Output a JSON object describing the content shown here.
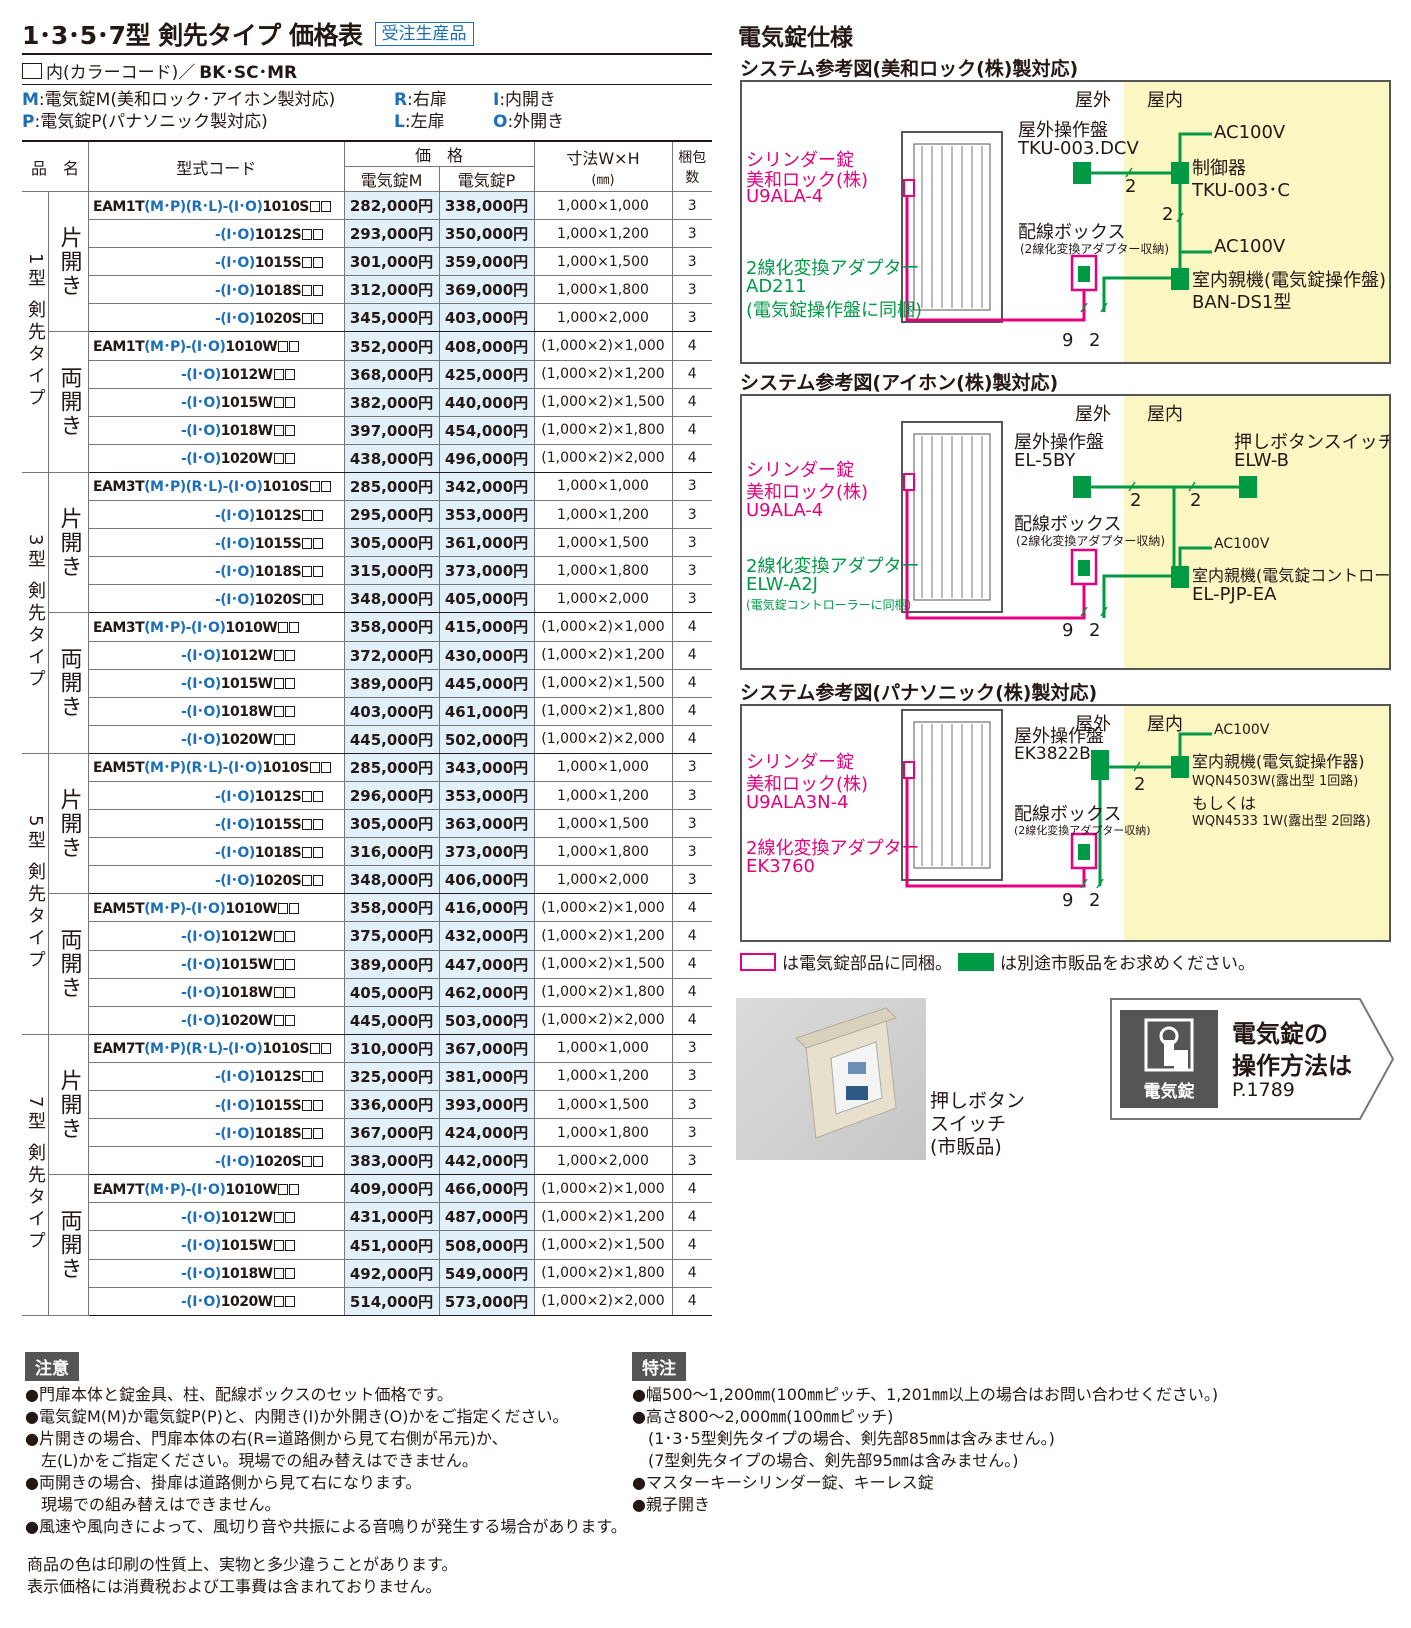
{
  "header": {
    "title": "1･3･5･7型 剣先タイプ 価格表",
    "badge": "受注生産品",
    "color_prefix": "内(カラーコード)／",
    "color_codes": "BK･SC･MR"
  },
  "legend": {
    "m_key": "M",
    "m_text": ":電気錠M(美和ロック･アイホン製対応)",
    "p_key": "P",
    "p_text": ":電気錠P(パナソニック製対応)",
    "r_key": "R",
    "r_text": ":右扉",
    "l_key": "L",
    "l_text": ":左扉",
    "i_key": "I",
    "i_text": ":内開き",
    "o_key": "O",
    "o_text": ":外開き"
  },
  "table": {
    "h_name": "品　名",
    "h_code": "型式コード",
    "h_price": "価　格",
    "h_pm": "電気錠M",
    "h_pp": "電気錠P",
    "h_size": "寸法W×H",
    "h_size_unit": "(㎜)",
    "h_qty": "梱包数",
    "groups": [
      {
        "name": "1型 剣先タイプ",
        "subs": [
          {
            "name": "片開き",
            "rows": [
              {
                "code_main": "EAM1T",
                "code_mp": "(M･P)",
                "code_rl": "(R･L)",
                "code_io": "-(I･O)",
                "code_end": "1010S",
                "pm": "282,000円",
                "pp": "338,000円",
                "size": "1,000×1,000",
                "qty": "3"
              },
              {
                "code_io": "-(I･O)",
                "code_end": "1012S",
                "pm": "293,000円",
                "pp": "350,000円",
                "size": "1,000×1,200",
                "qty": "3"
              },
              {
                "code_io": "-(I･O)",
                "code_end": "1015S",
                "pm": "301,000円",
                "pp": "359,000円",
                "size": "1,000×1,500",
                "qty": "3"
              },
              {
                "code_io": "-(I･O)",
                "code_end": "1018S",
                "pm": "312,000円",
                "pp": "369,000円",
                "size": "1,000×1,800",
                "qty": "3"
              },
              {
                "code_io": "-(I･O)",
                "code_end": "1020S",
                "pm": "345,000円",
                "pp": "403,000円",
                "size": "1,000×2,000",
                "qty": "3"
              }
            ]
          },
          {
            "name": "両開き",
            "rows": [
              {
                "code_main": "EAM1T",
                "code_mp": "(M･P)",
                "code_io": "-(I･O)",
                "code_end": "1010W",
                "pm": "352,000円",
                "pp": "408,000円",
                "size": "(1,000×2)×1,000",
                "qty": "4"
              },
              {
                "code_io": "-(I･O)",
                "code_end": "1012W",
                "pm": "368,000円",
                "pp": "425,000円",
                "size": "(1,000×2)×1,200",
                "qty": "4"
              },
              {
                "code_io": "-(I･O)",
                "code_end": "1015W",
                "pm": "382,000円",
                "pp": "440,000円",
                "size": "(1,000×2)×1,500",
                "qty": "4"
              },
              {
                "code_io": "-(I･O)",
                "code_end": "1018W",
                "pm": "397,000円",
                "pp": "454,000円",
                "size": "(1,000×2)×1,800",
                "qty": "4"
              },
              {
                "code_io": "-(I･O)",
                "code_end": "1020W",
                "pm": "438,000円",
                "pp": "496,000円",
                "size": "(1,000×2)×2,000",
                "qty": "4"
              }
            ]
          }
        ]
      },
      {
        "name": "3型 剣先タイプ",
        "subs": [
          {
            "name": "片開き",
            "rows": [
              {
                "code_main": "EAM3T",
                "code_mp": "(M･P)",
                "code_rl": "(R･L)",
                "code_io": "-(I･O)",
                "code_end": "1010S",
                "pm": "285,000円",
                "pp": "342,000円",
                "size": "1,000×1,000",
                "qty": "3"
              },
              {
                "code_io": "-(I･O)",
                "code_end": "1012S",
                "pm": "295,000円",
                "pp": "353,000円",
                "size": "1,000×1,200",
                "qty": "3"
              },
              {
                "code_io": "-(I･O)",
                "code_end": "1015S",
                "pm": "305,000円",
                "pp": "361,000円",
                "size": "1,000×1,500",
                "qty": "3"
              },
              {
                "code_io": "-(I･O)",
                "code_end": "1018S",
                "pm": "315,000円",
                "pp": "373,000円",
                "size": "1,000×1,800",
                "qty": "3"
              },
              {
                "code_io": "-(I･O)",
                "code_end": "1020S",
                "pm": "348,000円",
                "pp": "405,000円",
                "size": "1,000×2,000",
                "qty": "3"
              }
            ]
          },
          {
            "name": "両開き",
            "rows": [
              {
                "code_main": "EAM3T",
                "code_mp": "(M･P)",
                "code_io": "-(I･O)",
                "code_end": "1010W",
                "pm": "358,000円",
                "pp": "415,000円",
                "size": "(1,000×2)×1,000",
                "qty": "4"
              },
              {
                "code_io": "-(I･O)",
                "code_end": "1012W",
                "pm": "372,000円",
                "pp": "430,000円",
                "size": "(1,000×2)×1,200",
                "qty": "4"
              },
              {
                "code_io": "-(I･O)",
                "code_end": "1015W",
                "pm": "389,000円",
                "pp": "445,000円",
                "size": "(1,000×2)×1,500",
                "qty": "4"
              },
              {
                "code_io": "-(I･O)",
                "code_end": "1018W",
                "pm": "403,000円",
                "pp": "461,000円",
                "size": "(1,000×2)×1,800",
                "qty": "4"
              },
              {
                "code_io": "-(I･O)",
                "code_end": "1020W",
                "pm": "445,000円",
                "pp": "502,000円",
                "size": "(1,000×2)×2,000",
                "qty": "4"
              }
            ]
          }
        ]
      },
      {
        "name": "5型 剣先タイプ",
        "subs": [
          {
            "name": "片開き",
            "rows": [
              {
                "code_main": "EAM5T",
                "code_mp": "(M･P)",
                "code_rl": "(R･L)",
                "code_io": "-(I･O)",
                "code_end": "1010S",
                "pm": "285,000円",
                "pp": "343,000円",
                "size": "1,000×1,000",
                "qty": "3"
              },
              {
                "code_io": "-(I･O)",
                "code_end": "1012S",
                "pm": "296,000円",
                "pp": "353,000円",
                "size": "1,000×1,200",
                "qty": "3"
              },
              {
                "code_io": "-(I･O)",
                "code_end": "1015S",
                "pm": "305,000円",
                "pp": "363,000円",
                "size": "1,000×1,500",
                "qty": "3"
              },
              {
                "code_io": "-(I･O)",
                "code_end": "1018S",
                "pm": "316,000円",
                "pp": "373,000円",
                "size": "1,000×1,800",
                "qty": "3"
              },
              {
                "code_io": "-(I･O)",
                "code_end": "1020S",
                "pm": "348,000円",
                "pp": "406,000円",
                "size": "1,000×2,000",
                "qty": "3"
              }
            ]
          },
          {
            "name": "両開き",
            "rows": [
              {
                "code_main": "EAM5T",
                "code_mp": "(M･P)",
                "code_io": "-(I･O)",
                "code_end": "1010W",
                "pm": "358,000円",
                "pp": "416,000円",
                "size": "(1,000×2)×1,000",
                "qty": "4"
              },
              {
                "code_io": "-(I･O)",
                "code_end": "1012W",
                "pm": "375,000円",
                "pp": "432,000円",
                "size": "(1,000×2)×1,200",
                "qty": "4"
              },
              {
                "code_io": "-(I･O)",
                "code_end": "1015W",
                "pm": "389,000円",
                "pp": "447,000円",
                "size": "(1,000×2)×1,500",
                "qty": "4"
              },
              {
                "code_io": "-(I･O)",
                "code_end": "1018W",
                "pm": "405,000円",
                "pp": "462,000円",
                "size": "(1,000×2)×1,800",
                "qty": "4"
              },
              {
                "code_io": "-(I･O)",
                "code_end": "1020W",
                "pm": "445,000円",
                "pp": "503,000円",
                "size": "(1,000×2)×2,000",
                "qty": "4"
              }
            ]
          }
        ]
      },
      {
        "name": "7型 剣先タイプ",
        "subs": [
          {
            "name": "片開き",
            "rows": [
              {
                "code_main": "EAM7T",
                "code_mp": "(M･P)",
                "code_rl": "(R･L)",
                "code_io": "-(I･O)",
                "code_end": "1010S",
                "pm": "310,000円",
                "pp": "367,000円",
                "size": "1,000×1,000",
                "qty": "3"
              },
              {
                "code_io": "-(I･O)",
                "code_end": "1012S",
                "pm": "325,000円",
                "pp": "381,000円",
                "size": "1,000×1,200",
                "qty": "3"
              },
              {
                "code_io": "-(I･O)",
                "code_end": "1015S",
                "pm": "336,000円",
                "pp": "393,000円",
                "size": "1,000×1,500",
                "qty": "3"
              },
              {
                "code_io": "-(I･O)",
                "code_end": "1018S",
                "pm": "367,000円",
                "pp": "424,000円",
                "size": "1,000×1,800",
                "qty": "3"
              },
              {
                "code_io": "-(I･O)",
                "code_end": "1020S",
                "pm": "383,000円",
                "pp": "442,000円",
                "size": "1,000×2,000",
                "qty": "3"
              }
            ]
          },
          {
            "name": "両開き",
            "rows": [
              {
                "code_main": "EAM7T",
                "code_mp": "(M･P)",
                "code_io": "-(I･O)",
                "code_end": "1010W",
                "pm": "409,000円",
                "pp": "466,000円",
                "size": "(1,000×2)×1,000",
                "qty": "4"
              },
              {
                "code_io": "-(I･O)",
                "code_end": "1012W",
                "pm": "431,000円",
                "pp": "487,000円",
                "size": "(1,000×2)×1,200",
                "qty": "4"
              },
              {
                "code_io": "-(I･O)",
                "code_end": "1015W",
                "pm": "451,000円",
                "pp": "508,000円",
                "size": "(1,000×2)×1,500",
                "qty": "4"
              },
              {
                "code_io": "-(I･O)",
                "code_end": "1018W",
                "pm": "492,000円",
                "pp": "549,000円",
                "size": "(1,000×2)×1,800",
                "qty": "4"
              },
              {
                "code_io": "-(I･O)",
                "code_end": "1020W",
                "pm": "514,000円",
                "pp": "573,000円",
                "size": "(1,000×2)×2,000",
                "qty": "4"
              }
            ]
          }
        ]
      }
    ]
  },
  "spec": {
    "title": "電気錠仕様",
    "sys1": {
      "title": "システム参考図(美和ロック(株)製対応)",
      "outdoor": "屋外",
      "indoor": "屋内",
      "cyl1": "シリンダー錠",
      "cyl2": "美和ロック(株)",
      "cyl3": "U9ALA-4",
      "ad1": "2線化変換アダプター",
      "ad2": "AD211",
      "ad3": "(電気錠操作盤に同梱)",
      "op1": "屋外操作盤",
      "op2": "TKU-003.DCV",
      "box1": "配線ボックス",
      "box2": "(2線化変換アダプター収納)",
      "ac1": "AC100V",
      "ctl1": "制御器",
      "ctl2": "TKU-003･C",
      "ac2": "AC100V",
      "main1": "室内親機(電気錠操作盤)",
      "main2": "BAN-DS1型",
      "n2a": "2",
      "n2b": "2",
      "n9": "9",
      "n2c": "2"
    },
    "sys2": {
      "title": "システム参考図(アイホン(株)製対応)",
      "outdoor": "屋外",
      "indoor": "屋内",
      "cyl1": "シリンダー錠",
      "cyl2": "美和ロック(株)",
      "cyl3": "U9ALA-4",
      "ad1": "2線化変換アダプター",
      "ad2": "ELW-A2J",
      "ad3": "(電気錠コントローラーに同梱)",
      "op1": "屋外操作盤",
      "op2": "EL-5BY",
      "push1": "押しボタンスイッチ",
      "push2": "ELW-B",
      "box1": "配線ボックス",
      "box2": "(2線化変換アダプター収納)",
      "ac": "AC100V",
      "main1": "室内親機(電気錠コントローラー)",
      "main2": "EL-PJP-EA",
      "n2a": "2",
      "n2b": "2",
      "n9": "9",
      "n2c": "2"
    },
    "sys3": {
      "title": "システム参考図(パナソニック(株)製対応)",
      "outdoor": "屋外",
      "indoor": "屋内",
      "cyl1": "シリンダー錠",
      "cyl2": "美和ロック(株)",
      "cyl3": "U9ALA3N-4",
      "ad1": "2線化変換アダプター",
      "ad2": "EK3760",
      "op1": "屋外操作盤",
      "op2": "EK3822B",
      "box1": "配線ボックス",
      "box2": "(2線化変換アダプター収納)",
      "ac": "AC100V",
      "main1": "室内親機(電気錠操作器)",
      "main2": "WQN4503W(露出型 1回路)",
      "main3": "もしくは",
      "main4": "WQN4533 1W(露出型 2回路)",
      "n2a": "2",
      "n9": "9",
      "n2c": "2"
    },
    "legend_pink": "は電気錠部品に同梱。",
    "legend_green": "は別途市販品をお求めください。",
    "photo_cap": [
      "押しボタン",
      "スイッチ",
      "(市販品)"
    ],
    "op_title1": "電気錠の",
    "op_title2": "操作方法は",
    "op_page": "P.1789",
    "op_icon_label": "電気錠"
  },
  "notes": {
    "title": "注意",
    "items": [
      "●門扉本体と錠金具、柱、配線ボックスのセット価格です。",
      "●電気錠M(M)か電気錠P(P)と、内開き(I)か外開き(O)かをご指定ください。",
      "●片開きの場合、門扉本体の右(R=道路側から見て右側が吊元)か、",
      "　左(L)かをご指定ください。現場での組み替えはできません。",
      "●両開きの場合、掛扉は道路側から見て右になります。",
      "　現場での組み替えはできません。",
      "●風速や風向きによって、風切り音や共振による音鳴りが発生する場合があります。"
    ]
  },
  "special": {
    "title": "特注",
    "items": [
      "●幅500～1,200㎜(100㎜ピッチ、1,201㎜以上の場合はお問い合わせください。)",
      "●高さ800～2,000㎜(100㎜ピッチ)",
      "　(1･3･5型剣先タイプの場合、剣先部85㎜は含みません。)",
      "　(7型剣先タイプの場合、剣先部95㎜は含みません。)",
      "●マスターキーシリンダー錠、キーレス錠",
      "●親子開き"
    ]
  },
  "footer": [
    "商品の色は印刷の性質上、実物と多少違うことがあります。",
    "表示価格には消費税および工事費は含まれておりません。"
  ]
}
